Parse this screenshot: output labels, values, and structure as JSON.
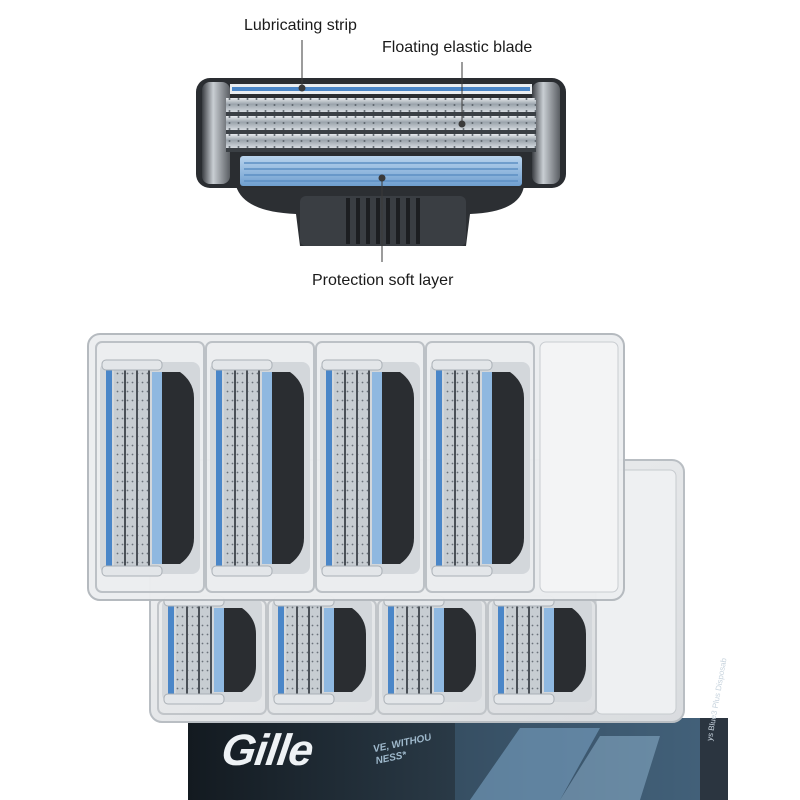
{
  "callouts": {
    "lubricating_strip": "Lubricating strip",
    "floating_elastic_blade": "Floating elastic blade",
    "protection_soft_layer": "Protection soft layer"
  },
  "package": {
    "brand_partial": "Gille",
    "tagline_partial": "VE, WITHOU\nNESS*",
    "side_partial": "ys Blue3 Plus Disposab"
  },
  "colors": {
    "strip_blue": "#4a86c8",
    "guard_blue": "#8fb8e0",
    "handle_black": "#2a2d31",
    "case_clear": "#e6e8ea",
    "package_dark": "#1f2a33"
  },
  "cartridge_counts": {
    "top_tray": 4,
    "bottom_tray": 4
  }
}
